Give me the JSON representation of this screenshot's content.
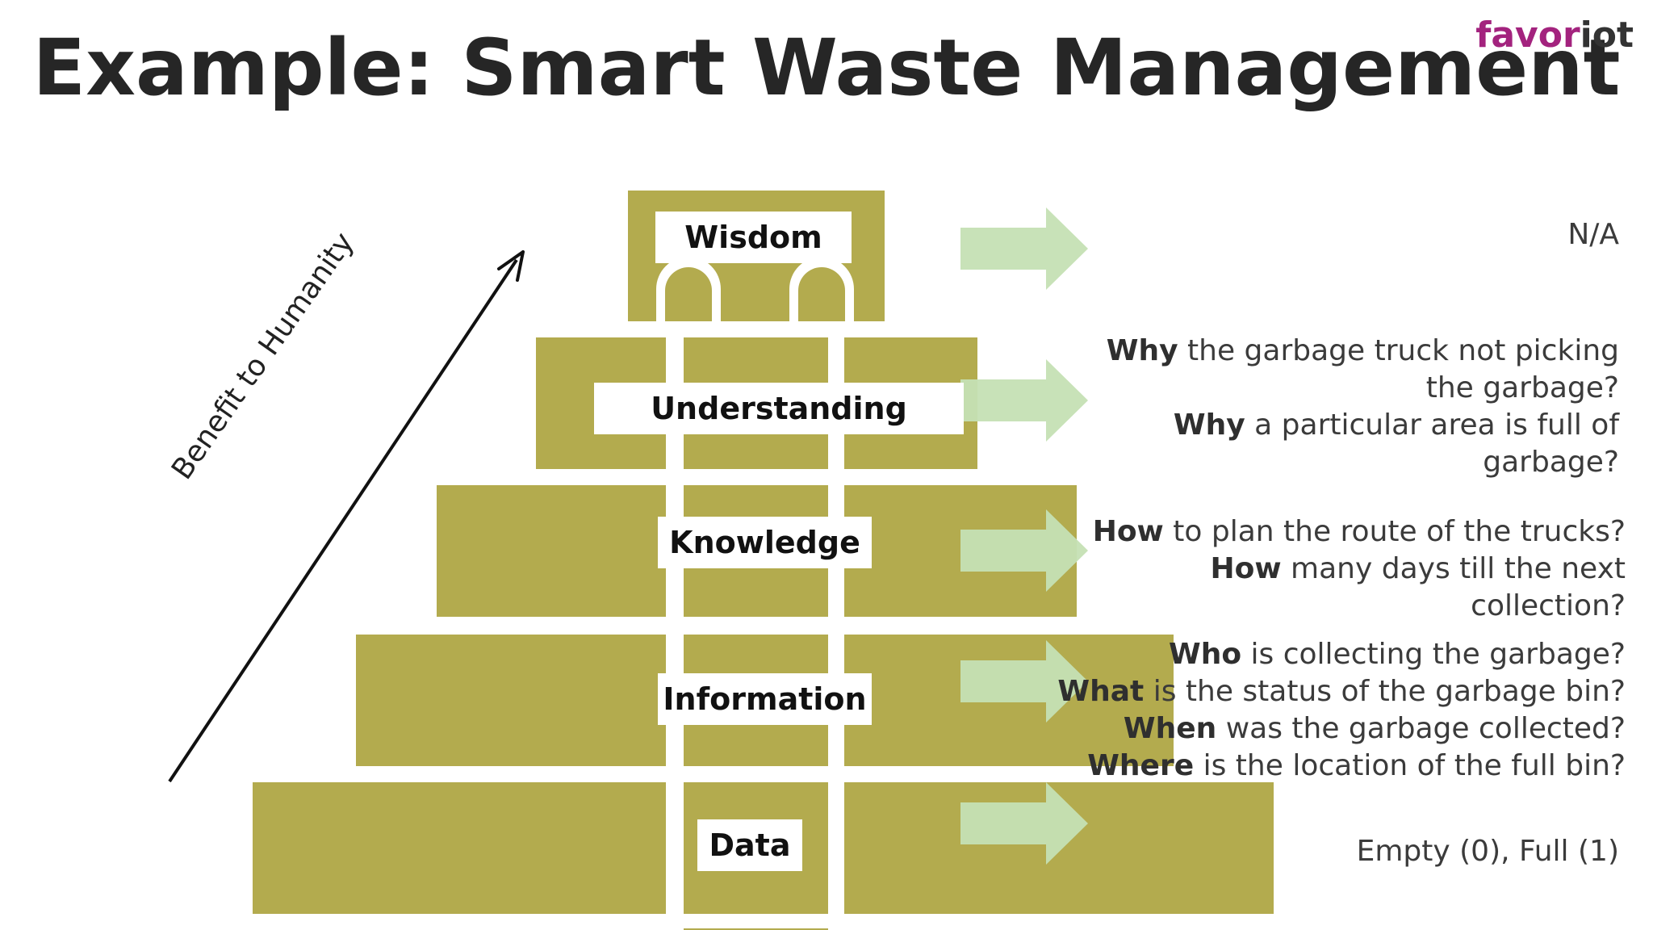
{
  "slide": {
    "title": "Example: Smart Waste Management",
    "logo": {
      "part1": "favor",
      "part2": "iot"
    },
    "axis_label": "Benefit to Humanity",
    "levels": {
      "wisdom": "Wisdom",
      "understanding": "Understanding",
      "knowledge": "Knowledge",
      "information": "Information",
      "data": "Data"
    },
    "descriptions": {
      "wisdom": {
        "line1": "N/A"
      },
      "understanding": {
        "q1_bold": "Why",
        "q1_rest": " the garbage truck not picking",
        "q1_cont": "the garbage?",
        "q2_bold": "Why",
        "q2_rest": " a particular area is full of",
        "q2_cont": "garbage?"
      },
      "knowledge": {
        "q1_bold": "How",
        "q1_rest": " to plan the route of the trucks?",
        "q2_bold": "How",
        "q2_rest": " many days till the next",
        "q2_cont": "collection?"
      },
      "information": {
        "q1_bold": "Who",
        "q1_rest": " is collecting the garbage?",
        "q2_bold": "What",
        "q2_rest": " is the status of the garbage bin?",
        "q3_bold": "When",
        "q3_rest": " was the garbage collected?",
        "q4_bold": "Where",
        "q4_rest": " is the location of the full bin?"
      },
      "data": {
        "line1": "Empty (0), Full (1)"
      }
    },
    "colors": {
      "pyramid": "#b3ab4e",
      "arrow_fill": "#c5e0b4",
      "logo_accent": "#a3237e"
    }
  }
}
